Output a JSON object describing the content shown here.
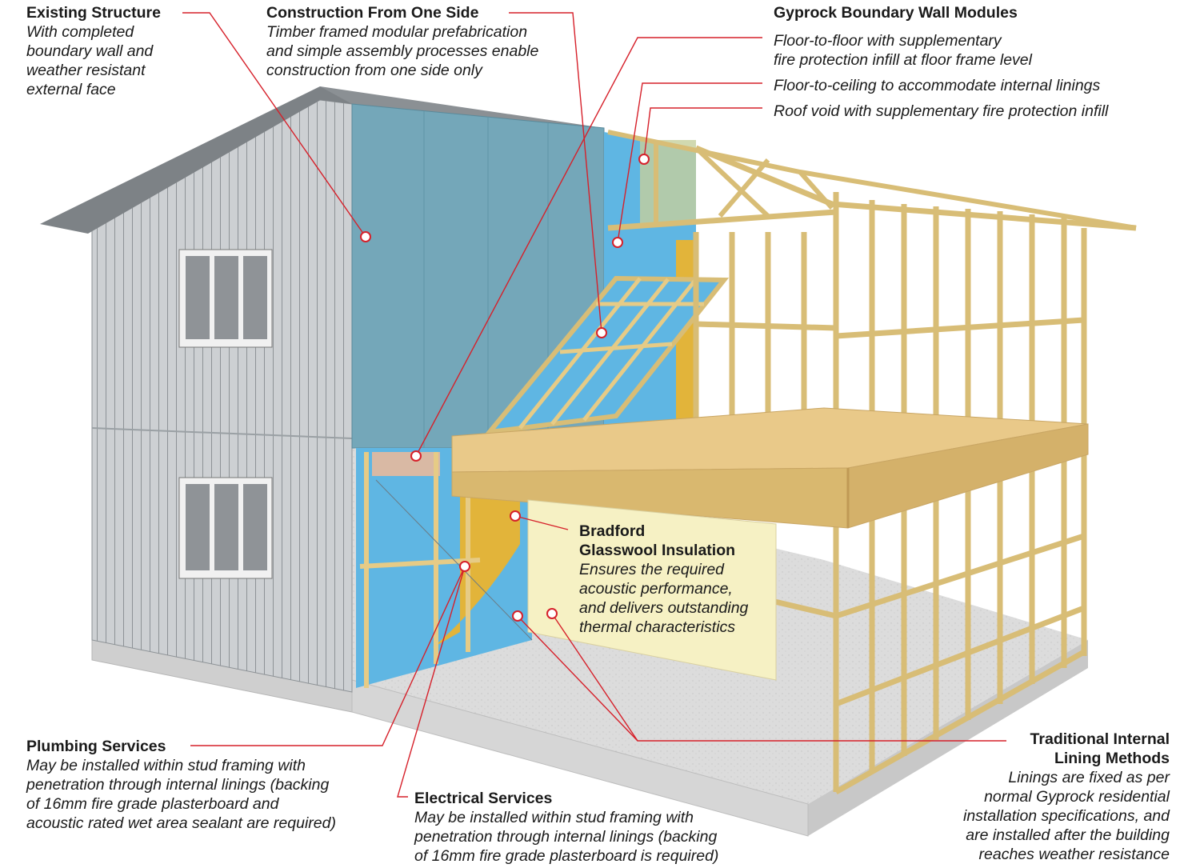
{
  "callouts": {
    "existing_structure": {
      "title": "Existing Structure",
      "desc": "With completed\nboundary wall and\nweather resistant\nexternal face"
    },
    "construction_one_side": {
      "title": "Construction From One Side",
      "desc": "Timber framed modular prefabrication\nand simple assembly processes enable\nconstruction from one side only"
    },
    "gyprock_modules": {
      "title": "Gyprock Boundary Wall Modules",
      "items": [
        "Floor-to-floor with supplementary\nfire protection infill at floor frame level",
        "Floor-to-ceiling to accommodate internal linings",
        "Roof void with supplementary fire protection infill"
      ]
    },
    "bradford_insulation": {
      "title": "Bradford\nGlasswool Insulation",
      "desc": "Ensures the required\nacoustic performance,\nand delivers outstanding\nthermal characteristics"
    },
    "plumbing_services": {
      "title": "Plumbing Services",
      "desc": "May be installed within stud framing with\npenetration through internal linings (backing\nof 16mm fire grade plasterboard and\nacoustic rated wet area sealant are required)"
    },
    "electrical_services": {
      "title": "Electrical Services",
      "desc": "May be installed within stud framing with\npenetration through internal linings (backing\nof 16mm fire grade plasterboard is required)"
    },
    "internal_lining": {
      "title": "Traditional Internal\nLining Methods",
      "desc": "Linings are fixed as per\nnormal Gyprock residential\ninstallation specifications, and\nare installed after the building\nreaches weather resistance"
    }
  },
  "colors": {
    "leader_red": "#d6202a",
    "cladding_grey": "#c9cbce",
    "roof_grey": "#7d8286",
    "board_blue": "#74a7b9",
    "insulation_blue": "#5fb6e3",
    "timber": "#e8cf8f",
    "slab": "#d9d9d9"
  }
}
